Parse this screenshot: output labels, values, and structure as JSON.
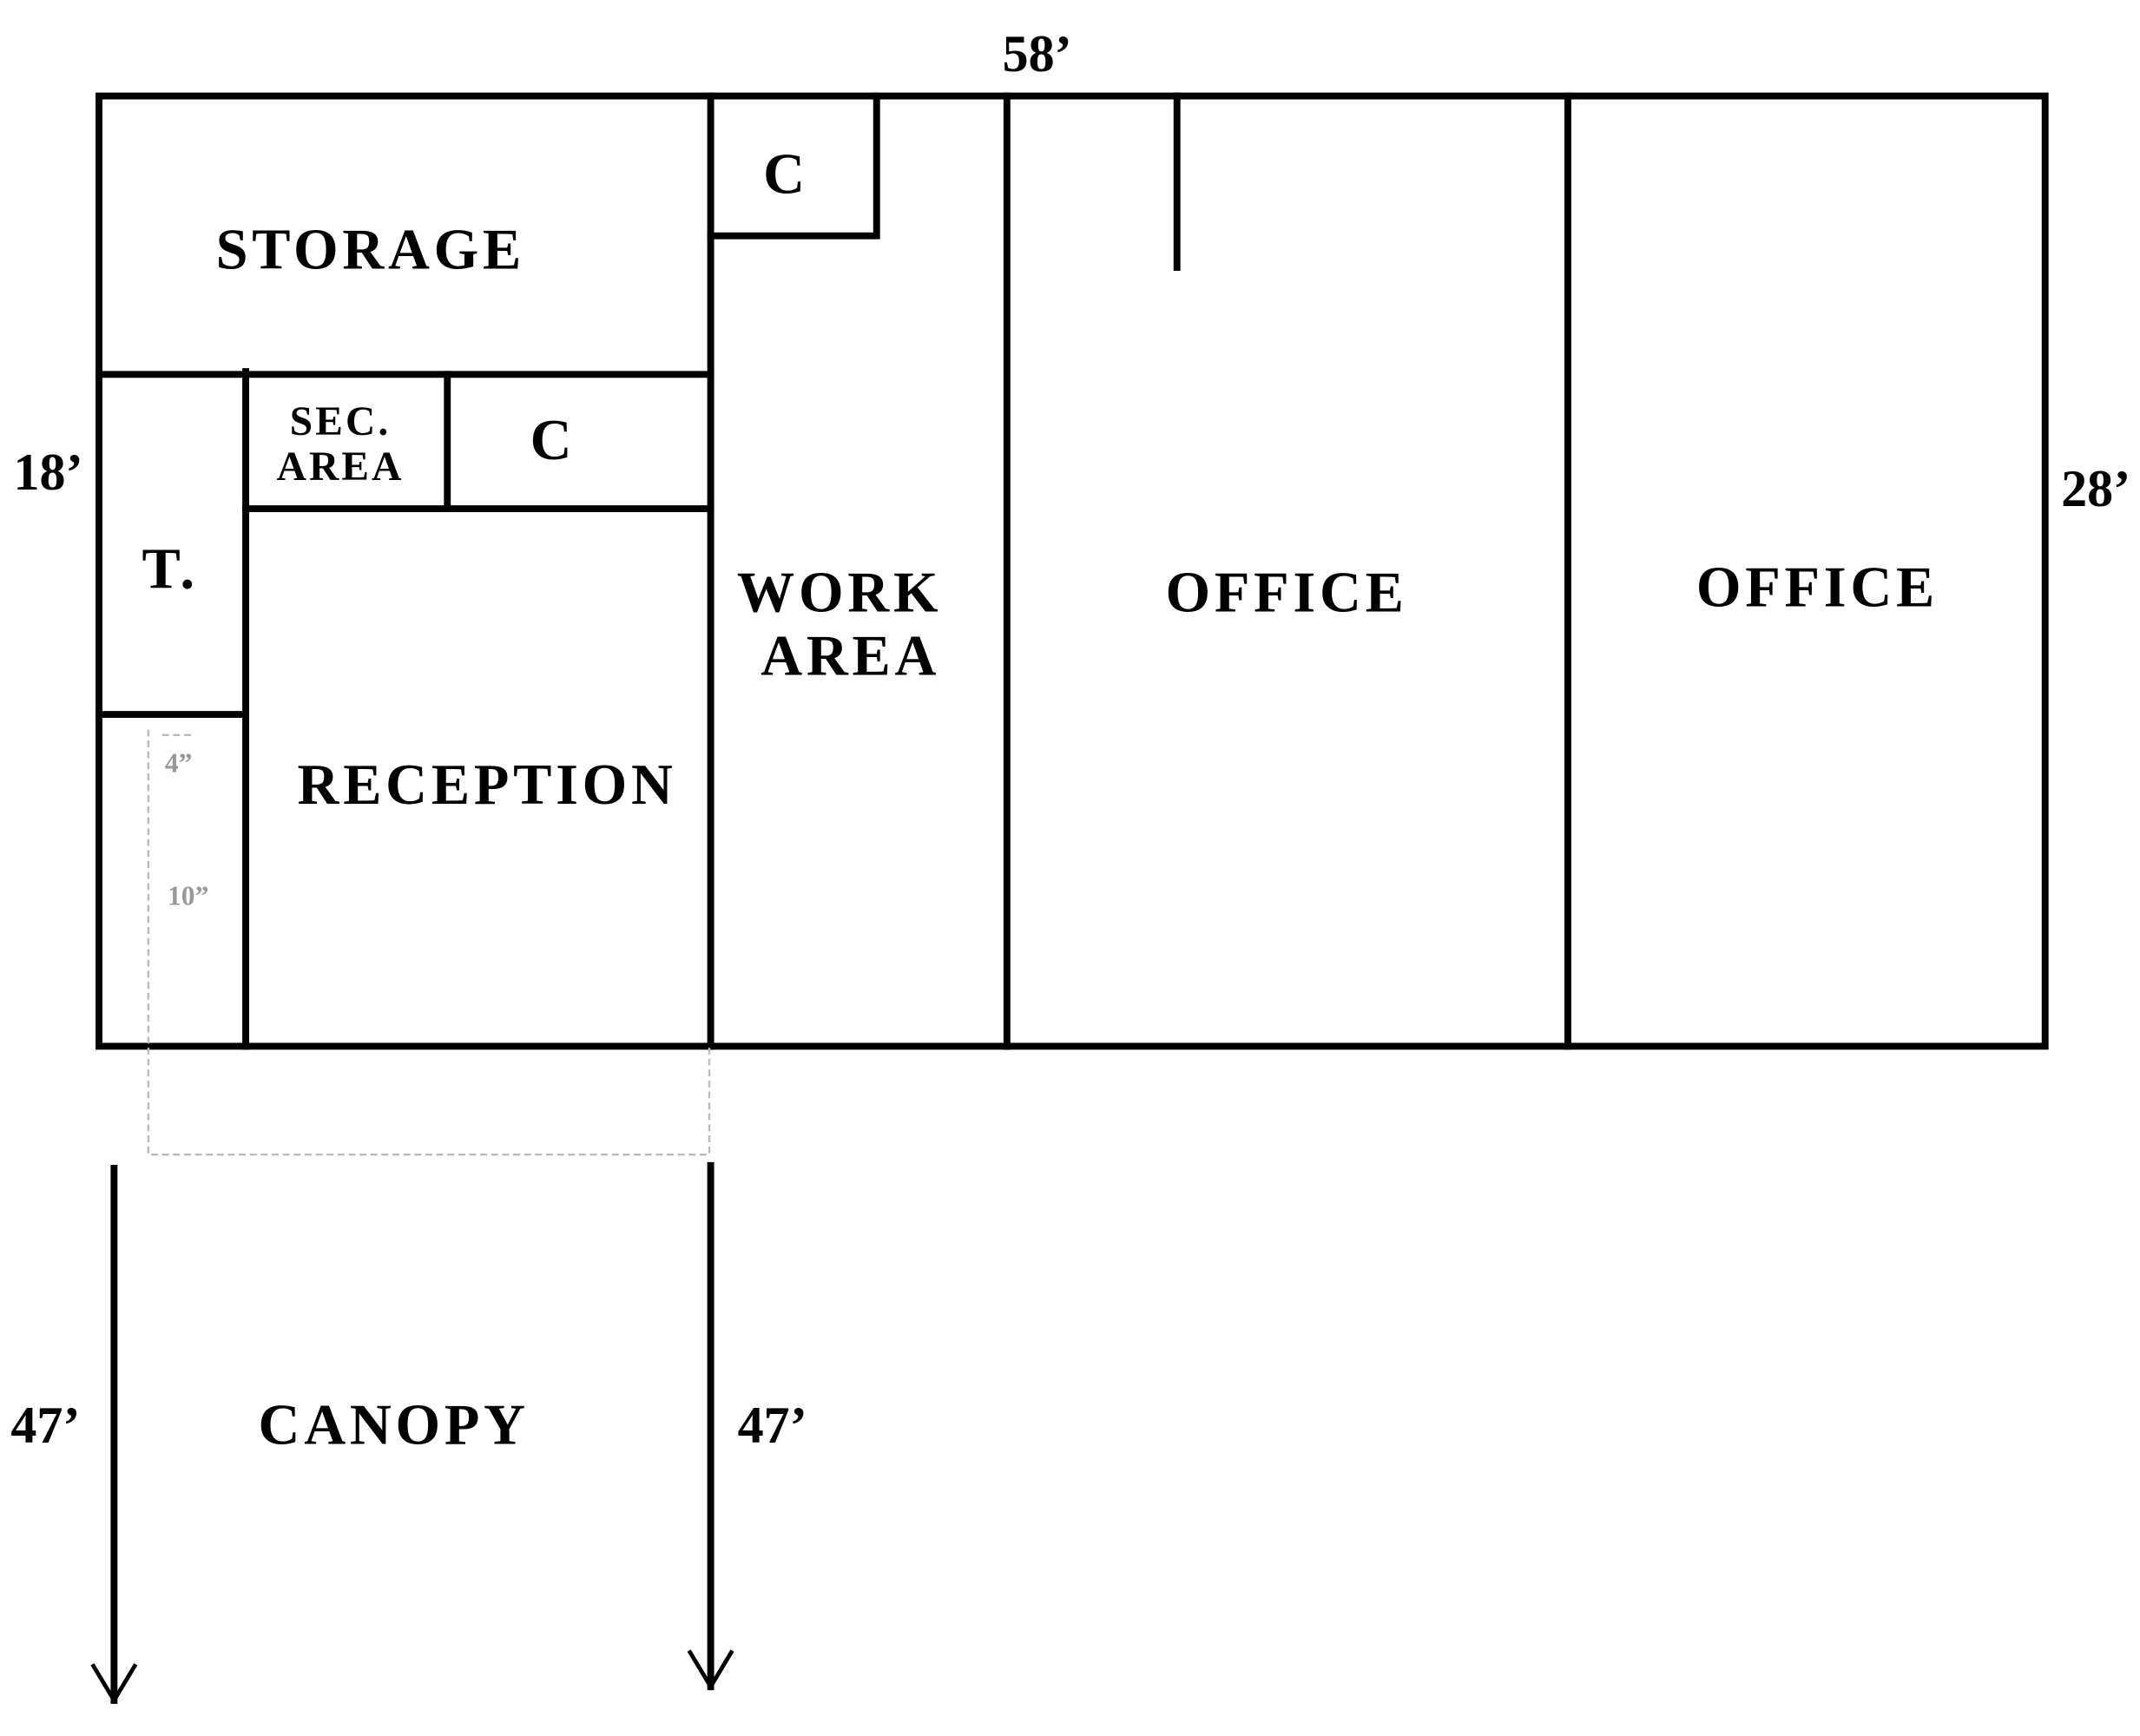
{
  "dimensions": {
    "top": "58’",
    "left": "18’",
    "right": "28’",
    "canopy_left": "47’",
    "canopy_right": "47’",
    "small_a": "4”",
    "small_b": "10”"
  },
  "rooms": {
    "storage": "STORAGE",
    "closet_top": "C",
    "sec_area_1": "SEC.",
    "sec_area_2": "AREA",
    "closet_mid": "C",
    "toilet": "T.",
    "reception": "RECEPTION",
    "work_area_1": "WORK",
    "work_area_2": "AREA",
    "office_1": "OFFICE",
    "office_2": "OFFICE",
    "canopy": "CANOPY"
  }
}
